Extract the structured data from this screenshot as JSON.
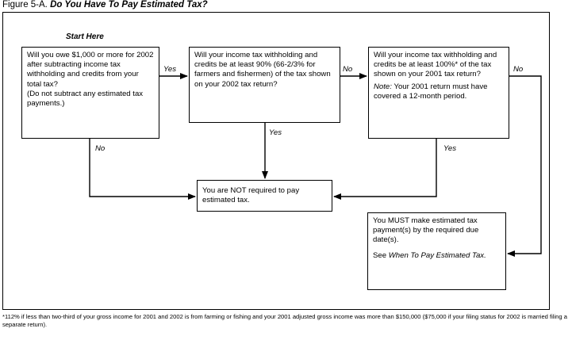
{
  "figure": {
    "label": "Figure 5-A.",
    "title": "Do You Have To Pay Estimated Tax?"
  },
  "start_label": "Start Here",
  "boxes": {
    "q1": {
      "line1": "Will you owe $1,000 or more for 2002 after subtracting income tax withholding and credits from your total tax?",
      "line2": "(Do not subtract any estimated tax payments.)"
    },
    "q2": {
      "text": "Will your income tax withholding and credits be at least 90% (66-2/3% for farmers and fishermen) of the tax shown on your 2002 tax return?"
    },
    "q3": {
      "text": "Will your income tax withholding and credits be at least 100%* of the tax shown on your 2001 tax return?",
      "note_label": "Note:",
      "note_text": "Your 2001 return must have covered a 12-month period."
    },
    "not_required": {
      "text": "You are NOT required to pay estimated tax."
    },
    "must_pay": {
      "text": "You MUST make estimated tax payment(s) by the required due date(s).",
      "see": "See",
      "see_link": "When To Pay Estimated Tax."
    }
  },
  "edge_labels": {
    "q1_yes": "Yes",
    "q1_no": "No",
    "q2_yes": "Yes",
    "q2_no": "No",
    "q3_yes": "Yes",
    "q3_no": "No"
  },
  "footnote": "*112% if less than two-third of your gross income for 2001 and 2002 is from farming or fishing and your 2001 adjusted gross income was more than $150,000 ($75,000 if your filing status for 2002 is married filing a separate return)."
}
